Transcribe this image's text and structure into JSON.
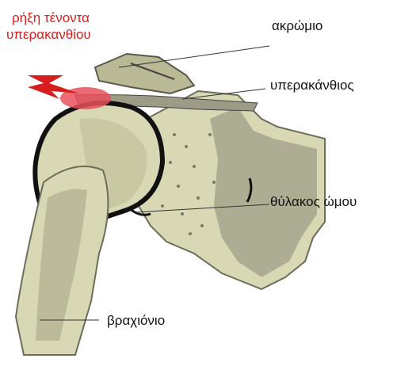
{
  "labels": {
    "tear_line1": "ρήξη τένοντα",
    "tear_line2": "υπερακανθίου",
    "acromion": "ακρώμιο",
    "supraspinatus": "υπερακάνθιος",
    "capsule": "θύλακος ώμου",
    "humerus": "βραχιόνιο"
  },
  "colors": {
    "label_text": "#111111",
    "tear_text": "#d71e1e",
    "bone_fill": "#d8d8b4",
    "bone_shadow": "#8a8a78",
    "cartilage": "#111111",
    "tear_highlight": "#e8505a",
    "lightning": "#d71e1e"
  }
}
